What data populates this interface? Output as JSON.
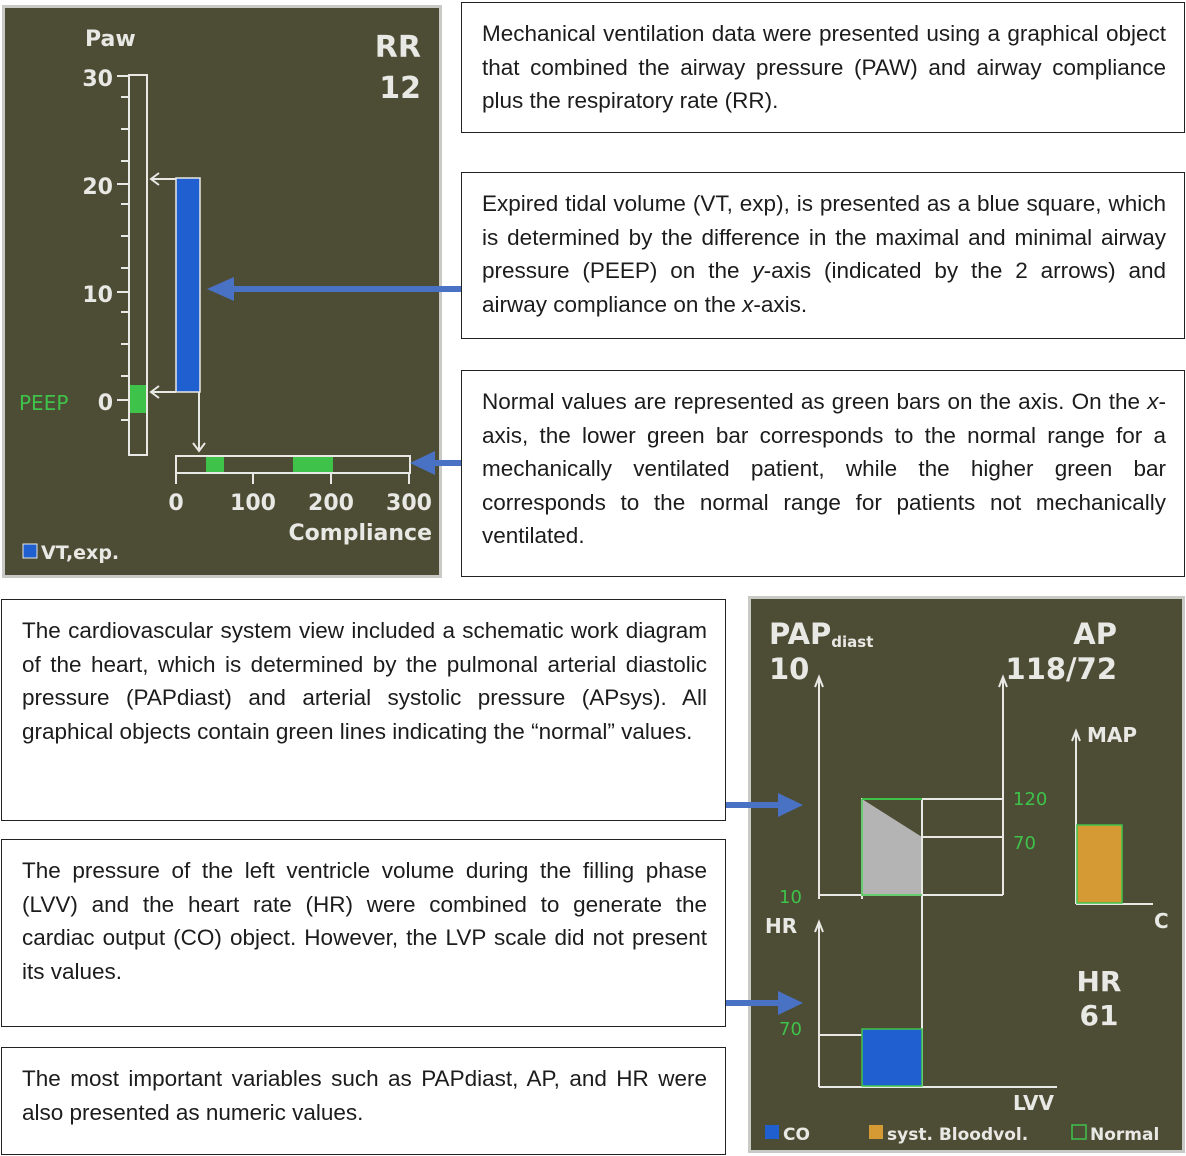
{
  "ventilation_panel": {
    "paw_label": "Paw",
    "rr_label": "RR",
    "rr_value": "12",
    "y_ticks": [
      "30",
      "20",
      "10",
      "0"
    ],
    "peep_label": "PEEP",
    "x_ticks": [
      "0",
      "100",
      "200",
      "300"
    ],
    "x_label": "Compliance",
    "legend_vt": "VT,exp.",
    "colors": {
      "background": "#4d4c34",
      "vt": "#1f5fd0",
      "normal": "#3ec24a"
    }
  },
  "cardio_panel": {
    "pap_label": "PAP",
    "pap_subscript": "diast",
    "pap_value": "10",
    "ap_label": "AP",
    "ap_value": "118/72",
    "map_label": "MAP",
    "tick_120": "120",
    "tick_70_upper": "70",
    "tick_10": "10",
    "hr_axis_label": "HR",
    "tick_70_lower": "70",
    "c_label": "C",
    "hr_label": "HR",
    "hr_value": "61",
    "lvv_label": "LVV",
    "legend_co": "CO",
    "legend_blood": "syst. Bloodvol.",
    "legend_normal": "Normal",
    "colors": {
      "co": "#1f5fd0",
      "blood": "#d69a35",
      "normal": "#3ec24a",
      "area": "#b4b4b4"
    }
  },
  "annotations": {
    "box1": "Mechanical ventilation data were presented using a graphical object that combined the airway pressure (PAW) and airway compliance plus the respiratory rate (RR).",
    "box2_a": "Expired tidal volume (VT, exp), is presented as a blue square, which is determined by the difference in the maximal and minimal airway pressure (PEEP) on the ",
    "box2_b": "y",
    "box2_c": "-axis (indicated by the 2 arrows) and airway compliance on the ",
    "box2_d": "x",
    "box2_e": "-axis.",
    "box3_a": "Normal values are represented as green bars on the axis. On the ",
    "box3_b": "x",
    "box3_c": "-axis, the lower green bar corresponds to the normal range for a mechanically ventilated patient, while the higher green bar corresponds to the normal range for patients not mechanically ventilated.",
    "box4": "The cardiovascular system view included a schematic work diagram of the heart, which is determined by the pulmonal arterial diastolic pressure (PAPdiast) and arterial systolic pressure (APsys). All graphical objects contain green lines indicating the “normal” values.",
    "box5": "The pressure of the left ventricle volume during the filling phase (LVV) and the heart rate (HR) were combined to generate the cardiac output (CO) object. However, the LVP scale did not present its values.",
    "box6": "The most important variables such as PAPdiast, AP, and HR were also presented as numeric values."
  },
  "arrow_color": "#4a72c4"
}
